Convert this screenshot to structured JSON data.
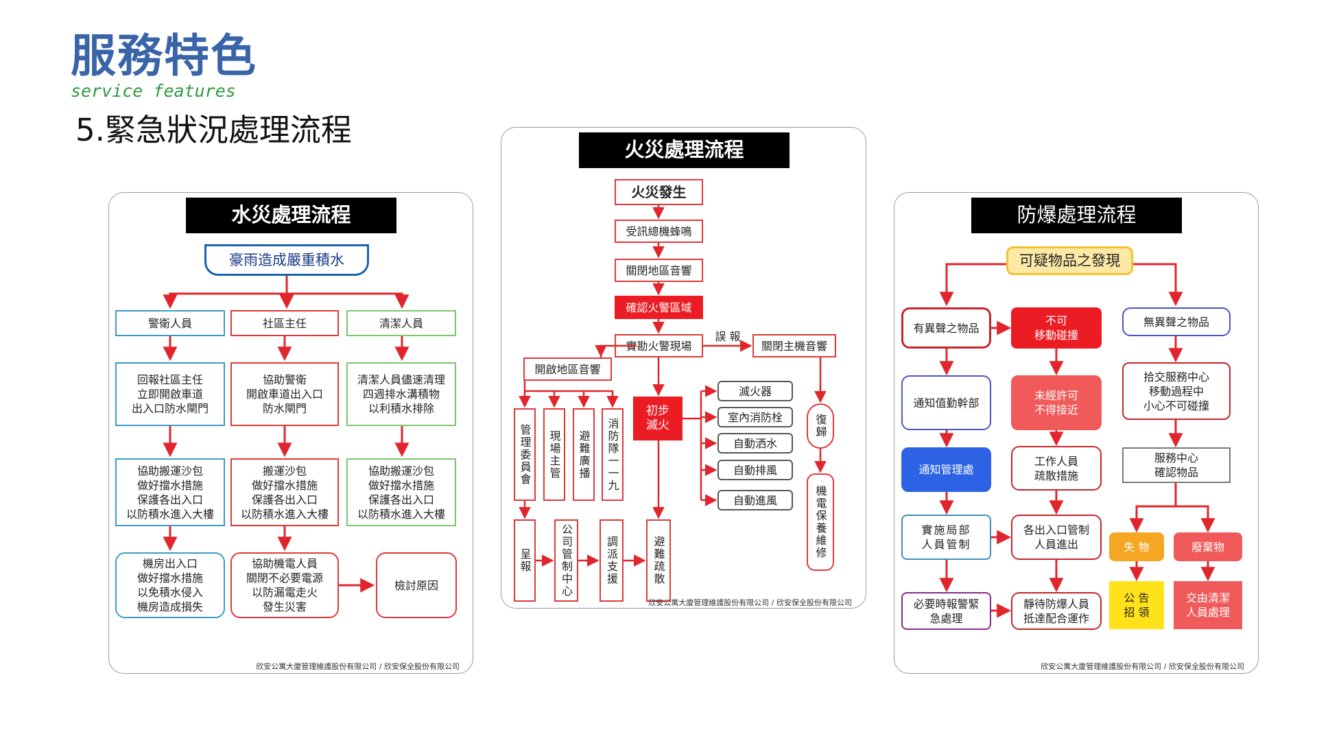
{
  "header": {
    "title": "服務特色",
    "subtitle": "service features",
    "section": "5.緊急狀況處理流程"
  },
  "flood": {
    "title": "水災處理流程",
    "start": "豪雨造成嚴重積水",
    "roles": [
      "警衛人員",
      "社區主任",
      "清潔人員"
    ],
    "step1": [
      "回報社區主任\n立即開啟車道\n出入口防水閘門",
      "協助警衛\n開啟車道出入口\n防水閘門",
      "清潔人員儘速清理\n四週排水溝積物\n以利積水排除"
    ],
    "step2": [
      "協助搬運沙包\n做好擋水措施\n保護各出入口\n以防積水進入大樓",
      "搬運沙包\n做好擋水措施\n保護各出入口\n以防積水進入大樓",
      "協助搬運沙包\n做好擋水措施\n保護各出入口\n以防積水進入大樓"
    ],
    "step3": [
      "機房出入口\n做好擋水措施\n以免積水侵入\n機房造成損失",
      "協助機電人員\n關閉不必要電源\n以防漏電走火\n發生災害",
      "檢討原因"
    ],
    "footer": "欣安公寓大廈管理維護股份有限公司 / 欣安保全股份有限公司"
  },
  "fire": {
    "title": "火災處理流程",
    "steps": [
      "火災發生",
      "受訊總機蜂鳴",
      "關閉地區音響",
      "確認火警區域",
      "實勘火警現場"
    ],
    "false_alarm": "誤 報",
    "close_main": "關閉主機音響",
    "open_area": "開啟地區音響",
    "columns": [
      "管理委員會",
      "現場主管",
      "避難廣播",
      "消防隊一一九"
    ],
    "initial": "初步\n滅火",
    "equipment": [
      "滅火器",
      "室內消防栓",
      "自動洒水",
      "自動排風",
      "自動進風"
    ],
    "reset": "復歸",
    "maintenance": "機電保養維修",
    "bottom": [
      "呈報",
      "公司管制中心",
      "調派支援",
      "避難疏散"
    ],
    "footer": "欣安公寓大廈管理維護股份有限公司 / 欣安保全股份有限公司"
  },
  "explosion": {
    "title": "防爆處理流程",
    "start": "可疑物品之發現",
    "top": [
      "有異聲之物品",
      "不可\n移動碰撞",
      "無異聲之物品"
    ],
    "left": [
      "通知值勤幹部",
      "通知管理處",
      "實施局部\n人員管制",
      "必要時報警緊\n急處理"
    ],
    "middle": [
      "未經許可\n不得接近",
      "工作人員\n疏散措施",
      "各出入口管制\n人員進出",
      "靜待防爆人員\n抵達配合運作"
    ],
    "right": [
      "拾交服務中心\n移動過程中\n小心不可碰撞",
      "服務中心\n確認物品"
    ],
    "lost": "失 物",
    "waste": "廢棄物",
    "notice": "公 告\n招 領",
    "cleaner": "交由清潔\n人員處理",
    "footer": "欣安公寓大廈管理維護股份有限公司 / 欣安保全股份有限公司"
  }
}
